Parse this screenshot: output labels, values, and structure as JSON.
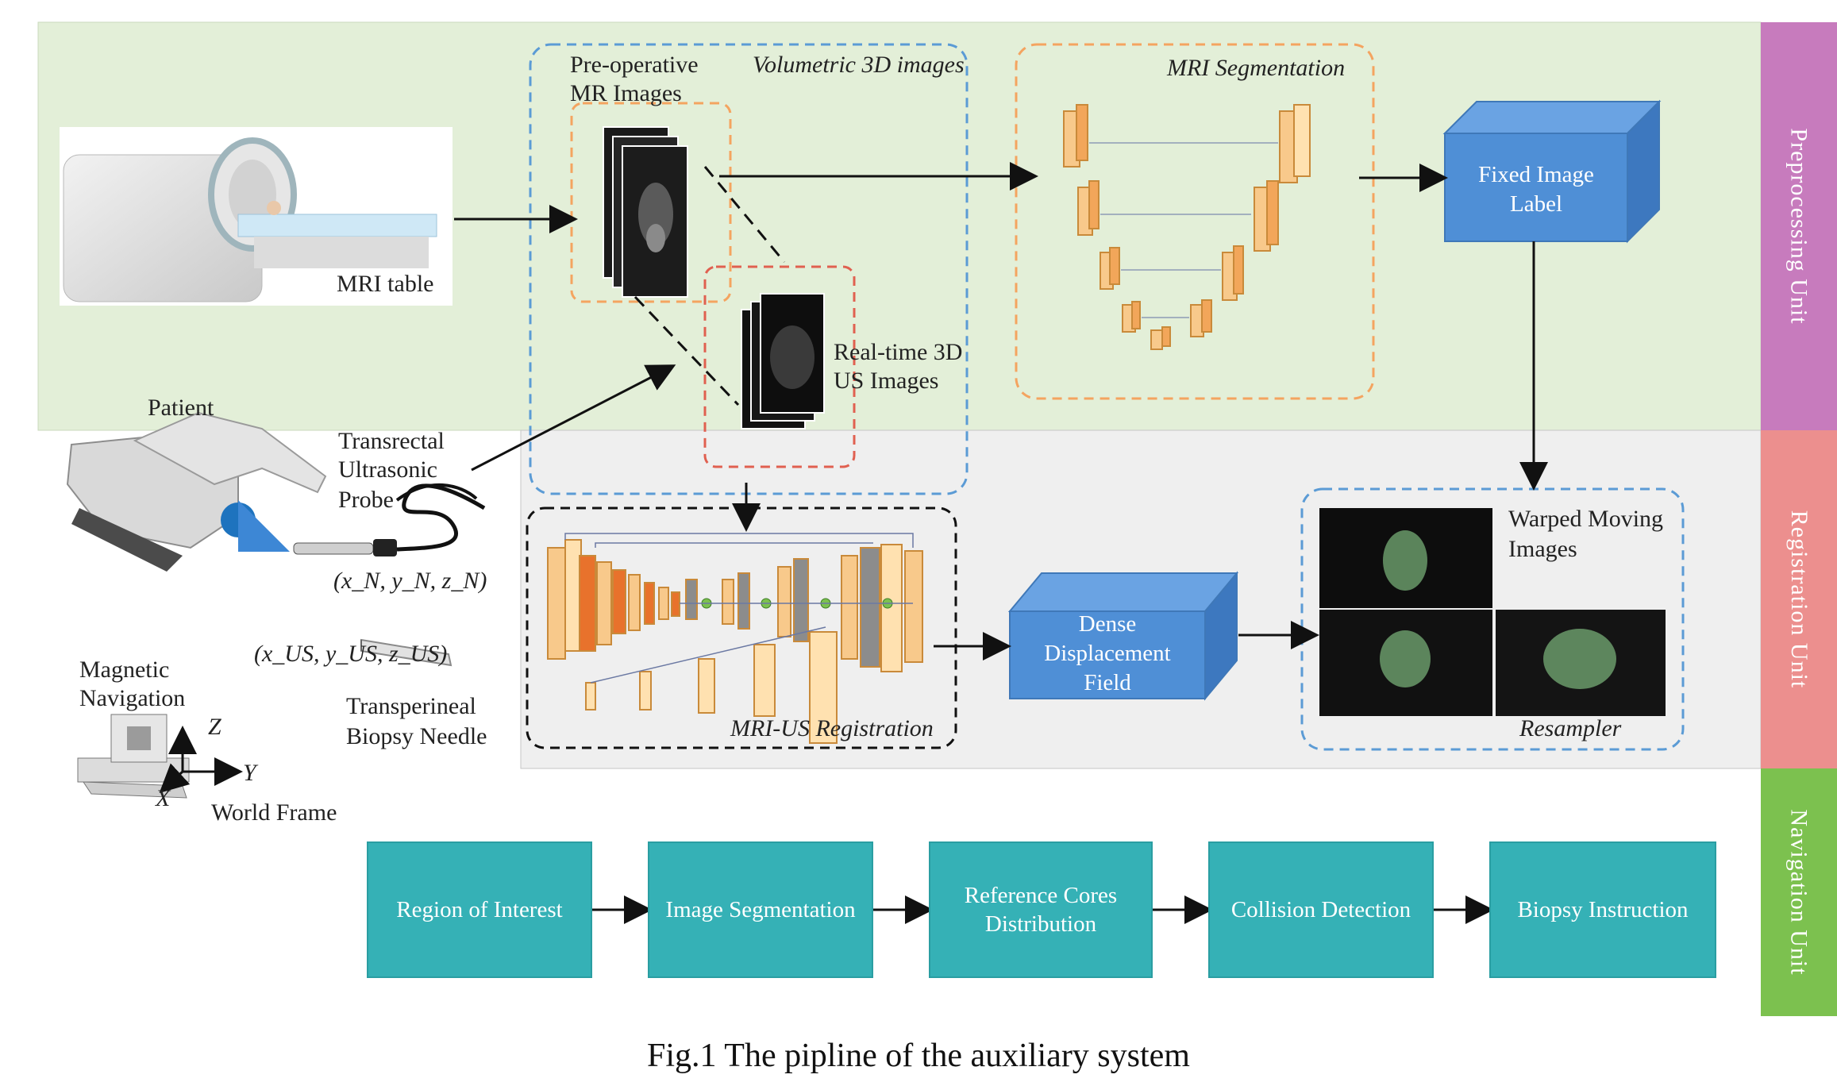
{
  "units": {
    "preprocessing": "Preprocessing Unit",
    "registration": "Registration Unit",
    "navigation": "Navigation Unit"
  },
  "labels": {
    "pre_op_line1": "Pre-operative",
    "pre_op_line2": "MR Images",
    "volumetric": "Volumetric 3D images",
    "mri_segmentation": "MRI Segmentation",
    "mri_table": "MRI table",
    "patient": "Patient",
    "probe_line1": "Transrectal",
    "probe_line2": "Ultrasonic",
    "probe_line3": "Probe",
    "realtime_line1": "Real-time 3D",
    "realtime_line2": "US Images",
    "needle_coords": "(x_N, y_N, z_N)",
    "us_coords": "(x_US, y_US, z_US)",
    "magnetic_line1": "Magnetic",
    "magnetic_line2": "Navigation",
    "needle_line1": "Transperineal",
    "needle_line2": "Biopsy Needle",
    "world_frame": "World Frame",
    "axis_x": "X",
    "axis_y": "Y",
    "axis_z": "Z",
    "mri_us_registration": "MRI-US Registration",
    "warped_line1": "Warped Moving",
    "warped_line2": "Images",
    "resampler": "Resampler"
  },
  "cubes": {
    "fixed_line1": "Fixed Image",
    "fixed_line2": "Label",
    "dense_line1": "Dense",
    "dense_line2": "Displacement",
    "dense_line3": "Field"
  },
  "navigation_steps": [
    "Region of Interest",
    "Image Segmentation",
    "Reference Cores Distribution",
    "Collision Detection",
    "Biopsy Instruction"
  ],
  "caption": "Fig.1 The pipline of the auxiliary system",
  "colors": {
    "preprocessing_bg": "#e3efd8",
    "registration_bg": "#efefef",
    "preprocessing_tab": "#c77bbd",
    "registration_tab": "#ec8f8e",
    "navigation_tab": "#7cc14f",
    "nav_box": "#35b1b6",
    "cube": "#4f8fd6",
    "dashed_blue": "#5b9bd5",
    "dashed_orange": "#f4a460",
    "dashed_red": "#e06050"
  }
}
